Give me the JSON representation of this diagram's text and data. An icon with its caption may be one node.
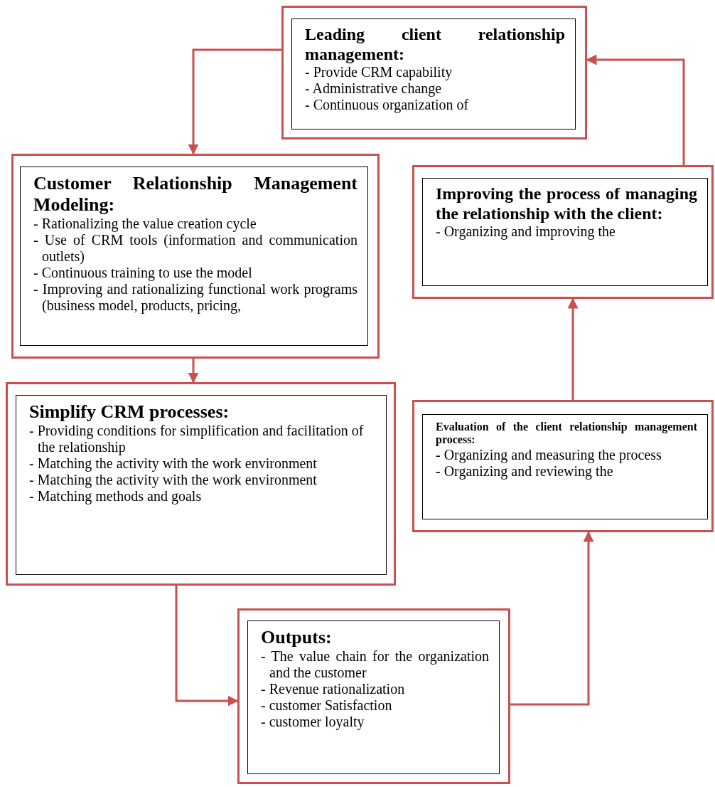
{
  "diagram": {
    "nodes": [
      {
        "text": [
          "Leading client relationship management:",
          "- Provide CRM capability",
          "- Administrative change",
          "- Continuous organization of"
        ]
      },
      {
        "text": [
          "Customer Relationship Management Modeling:",
          "- Rationalizing the value creation cycle",
          "- Use of CRM tools (information and communication outlets)",
          "- Continuous training to use the model",
          "- Improving and rationalizing functional work programs (business model, products, pricing,"
        ]
      },
      {
        "text": [
          "Simplify CRM processes:",
          "- Providing conditions for simplification and facilitation of the relationship",
          "- Matching the activity with the work environment",
          "- Matching the activity with the work environment",
          "- Matching methods and goals"
        ]
      },
      {
        "text": [
          "Outputs:",
          "- The value chain for the organization and the customer",
          "- Revenue rationalization",
          "- customer Satisfaction",
          "- customer loyalty"
        ]
      },
      {
        "text": [
          "Evaluation of the client relationship management process:",
          "- Organizing and measuring the process",
          "- Organizing and reviewing the"
        ]
      },
      {
        "text": [
          "Improving the process of managing the relationship with the client:",
          "- Organizing and improving the"
        ]
      }
    ],
    "edges": [
      {
        "from": 0,
        "to": 1,
        "arrow": "to"
      },
      {
        "from": 1,
        "to": 2,
        "arrow": "to"
      },
      {
        "from": 2,
        "to": 3,
        "arrow": "to"
      },
      {
        "from": 3,
        "to": 4,
        "arrow": "to"
      },
      {
        "from": 4,
        "to": 5,
        "arrow": "to"
      },
      {
        "from": 5,
        "to": 0,
        "arrow": "to"
      }
    ]
  }
}
